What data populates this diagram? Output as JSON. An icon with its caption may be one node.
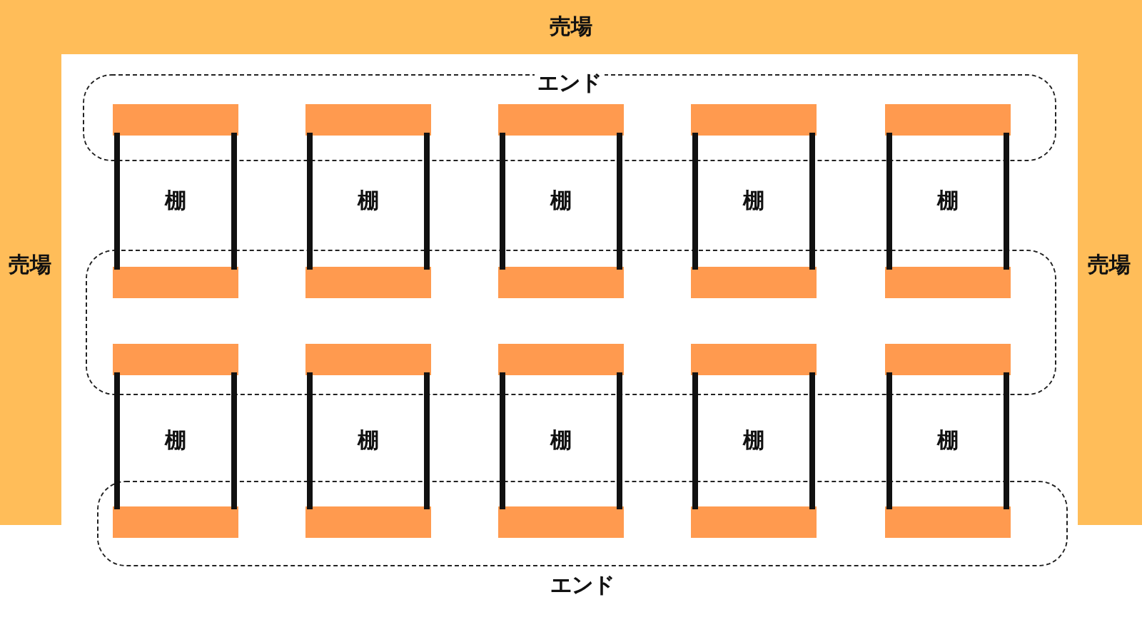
{
  "diagram": {
    "nodes": [
      {
        "text": [
          "売場",
          "売場",
          "売場"
        ]
      },
      {
        "text": [
          "エンド"
        ]
      },
      {
        "text": [
          "棚"
        ]
      },
      {
        "text": [
          "棚"
        ]
      },
      {
        "text": [
          "棚"
        ]
      },
      {
        "text": [
          "棚"
        ]
      },
      {
        "text": [
          "棚"
        ]
      },
      {
        "text": [],
        "shape": "box"
      },
      {
        "text": [
          "棚"
        ]
      },
      {
        "text": [
          "棚"
        ]
      },
      {
        "text": [
          "棚"
        ]
      },
      {
        "text": [
          "棚"
        ]
      },
      {
        "text": [
          "棚"
        ]
      },
      {
        "text": [
          "エンド"
        ]
      }
    ]
  }
}
